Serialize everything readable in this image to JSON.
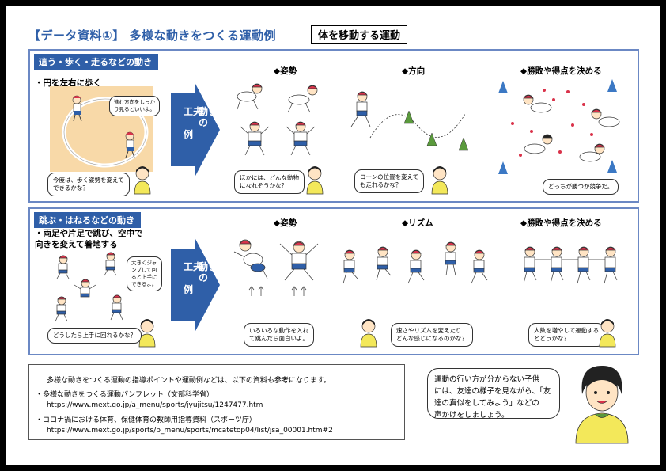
{
  "title": "【データ資料①】 多様な動きをつくる運動例",
  "tag": "体を移動する運動",
  "arrow_label": [
    "動き",
    "の",
    "工夫",
    "例"
  ],
  "sections": [
    {
      "label": "這う・歩く・走るなどの動き",
      "note": "・円を左右に歩く",
      "bubble_inner": "進む方向をしっか\nり見るといいよ。",
      "bubble_main": "今度は、歩く姿勢を変えて\nできるかな？",
      "columns": [
        {
          "head": "◆姿勢",
          "bubble": "ほかには、どんな動物\nになれそうかな？"
        },
        {
          "head": "◆方向",
          "bubble": "コーンの位置を変えて\nも走れるかな？"
        },
        {
          "head": "◆勝敗や得点を決める",
          "bubble": "どっちが勝つか競争だ。"
        }
      ]
    },
    {
      "label": "跳ぶ・はねるなどの動き",
      "note": "・両足や片足で跳び、空中で\n  向きを変えて着地する",
      "bubble_inner": "大きくジャ\nンプして回\nると上手に\nできるよ。",
      "bubble_main": "どうしたら上手に回れるかな？",
      "columns": [
        {
          "head": "◆姿勢",
          "bubble": "いろいろな動作を入れ\nて跳んだら面白いよ。"
        },
        {
          "head": "◆リズム",
          "bubble": "速さやリズムを変えたり\nどんな感じになるのかな？"
        },
        {
          "head": "◆勝敗や得点を決める",
          "bubble": "人数を増やして運動する\nとどうかな？"
        }
      ]
    }
  ],
  "reference": {
    "lines": [
      "多様な動きをつくる運動の指導ポイントや運動例などは、以下の資料も参考になります。",
      "・多様な動きをつくる運動パンフレット（文部科学省）",
      "https://www.mext.go.jp/a_menu/sports/jyujitsu/1247477.htm",
      "・コロナ禍における体育、保健体育の教師用指導資料（スポーツ庁）",
      "https://www.mext.go.jp/sports/b_menu/sports/mcatetop04/list/jsa_00001.htm#2"
    ]
  },
  "advice": "運動の行い方が分からない子供\nには、友達の様子を見ながら、「友\n達の真似をしてみよう」などの\n声かけをしましょう。",
  "colors": {
    "accent": "#2f5fa8",
    "frame": "#6b88c4",
    "cone": "#5a9a3c",
    "marker": "#3b78c4",
    "cap": "#d9324a",
    "shirt": "#f3e85a",
    "shorts": "#2f5fa8"
  }
}
